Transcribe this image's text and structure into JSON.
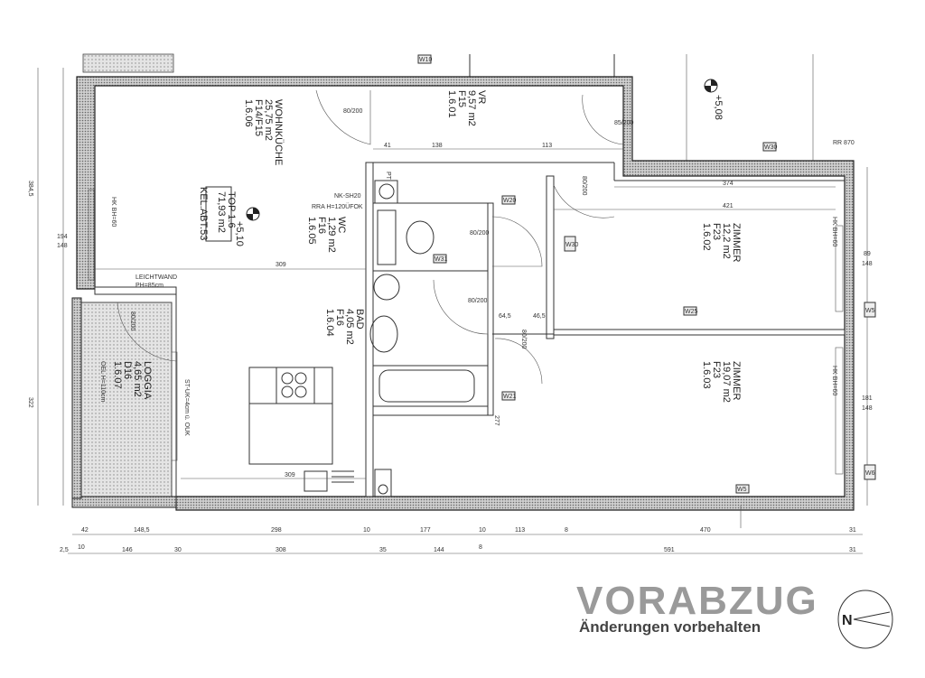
{
  "rooms": {
    "wohnkueche": {
      "name": "WOHNKÜCHE",
      "area": "25,75 m2",
      "floor": "F14/F15",
      "code": "1.6.06"
    },
    "vr": {
      "name": "VR",
      "area": "9,57 m2",
      "floor": "F15",
      "code": "1.6.01"
    },
    "wc": {
      "name": "WC",
      "area": "1,29 m2",
      "floor": "F16",
      "code": "1.6.05"
    },
    "bad": {
      "name": "BAD",
      "area": "4,05 m2",
      "floor": "F16",
      "code": "1.6.04"
    },
    "zimmer1": {
      "name": "ZIMMER",
      "area": "12,2 m2",
      "floor": "F23",
      "code": "1.6.02"
    },
    "zimmer2": {
      "name": "ZIMMER",
      "area": "19,07 m2",
      "floor": "F23",
      "code": "1.6.03"
    },
    "loggia": {
      "name": "LOGGIA",
      "area": "4,65 m2",
      "floor": "D16",
      "code": "1.6.07",
      "note": "OEL H=110cm"
    }
  },
  "unit": {
    "top": "TOP 1.6",
    "area": "71,93 m2",
    "kel": "KEL.ABT.53",
    "elevation": "+5,10"
  },
  "elevation_outside": "+5,08",
  "rr": "RR 870",
  "annotations": {
    "nk": "NK-SH20",
    "rra": "RRA H=120ÜFOK",
    "leichtwand": "LEICHTWAND",
    "ph85": "PH=85cm",
    "hk": "HK BH=60",
    "pt": "PT",
    "st": "ST-UK=4cm ü. OUK"
  },
  "doors": [
    "80/200",
    "80/200",
    "80/200",
    "80/200",
    "85/200",
    "80/200",
    "80/200"
  ],
  "windows": {
    "right1": [
      "89",
      "148"
    ],
    "right2": [
      "181",
      "148"
    ],
    "left": [
      "194",
      "148"
    ]
  },
  "left_dims": [
    "384,5",
    "322"
  ],
  "tags": [
    "W25",
    "W30",
    "W31",
    "W20",
    "W21",
    "W5",
    "W6",
    "W5",
    "W10",
    "W30"
  ],
  "interior_dims": [
    "309",
    "421",
    "374",
    "309",
    "113",
    "138",
    "41",
    "277",
    "64,5",
    "46,5"
  ],
  "bottom_dims": {
    "row1": [
      "42",
      "148,5",
      "298",
      "10",
      "177",
      "10",
      "113",
      "8",
      "470",
      "31"
    ],
    "row2": [
      "2,5",
      "10",
      "146",
      "30",
      "308",
      "35",
      "144",
      "8",
      "591",
      "31"
    ]
  },
  "stamp": {
    "title": "VORABZUG",
    "subtitle": "Änderungen vorbehalten"
  },
  "north": "N"
}
